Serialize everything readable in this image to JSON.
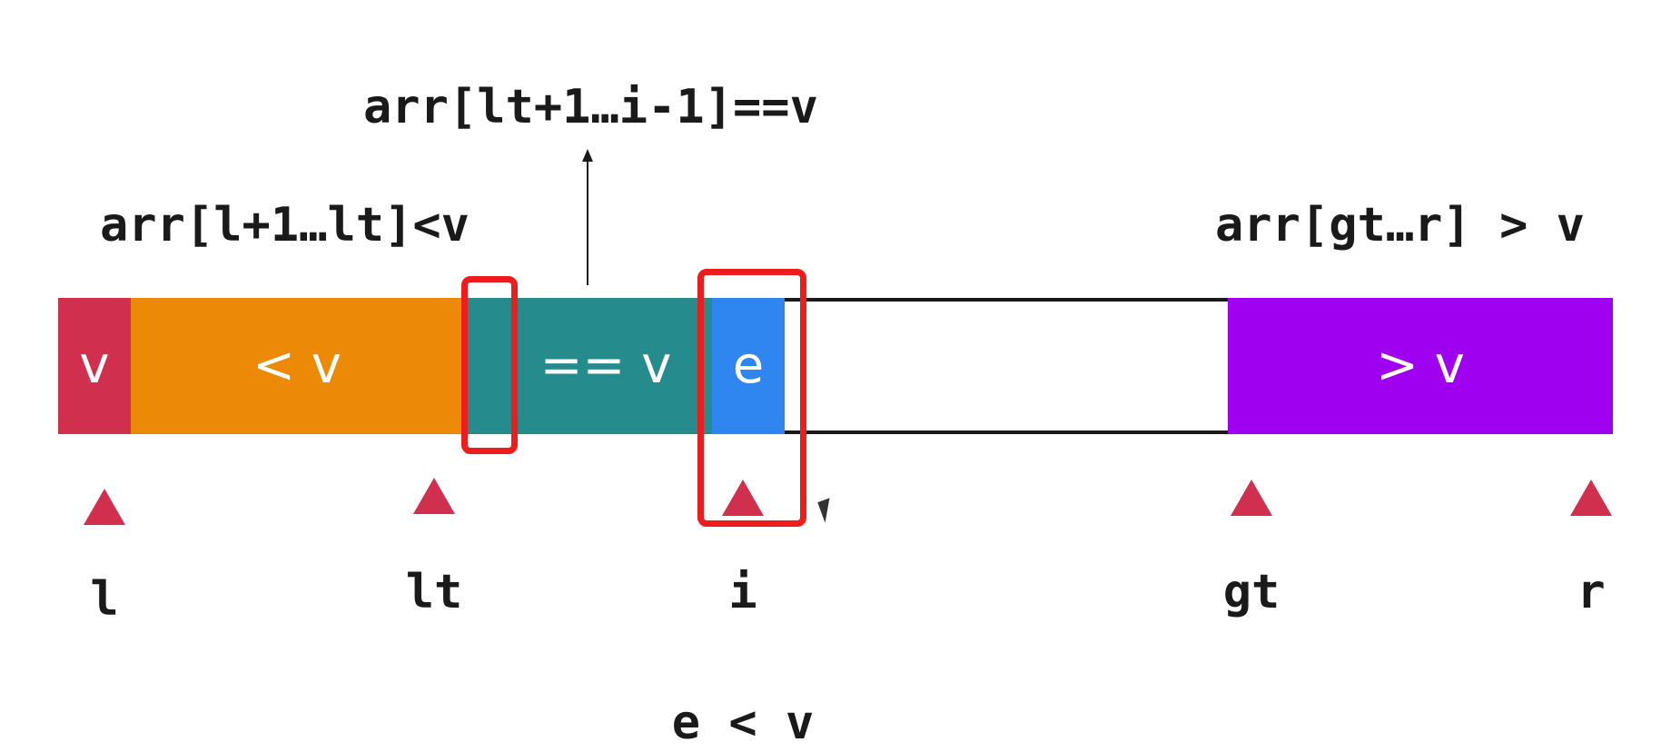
{
  "annotations": {
    "equal_range": "arr[lt+1…i-1]==v",
    "less_range": "arr[l+1…lt]<v",
    "greater_range": "arr[gt…r] > v",
    "condition": "e < v"
  },
  "segments": {
    "pivot": "v",
    "less": "< v",
    "equal": "== v",
    "current": "e",
    "greater": "> v"
  },
  "pointers": {
    "l": "l",
    "lt": "lt",
    "i": "i",
    "gt": "gt",
    "r": "r"
  },
  "colors": {
    "pivot": "#d0304e",
    "less": "#ec8a07",
    "equal": "#268b8d",
    "current": "#2f86f0",
    "greater": "#a000f0",
    "highlight": "#ee1c1c",
    "pointer": "#d0304e"
  }
}
